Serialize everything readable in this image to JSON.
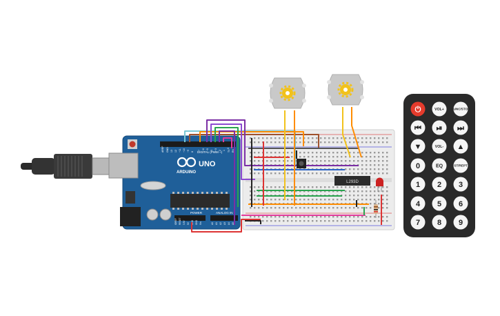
{
  "arduino": {
    "logo": "ARDUINO",
    "model": "UNO",
    "digital_label": "DIGITAL (PWM ~)",
    "power_label": "POWER",
    "analog_label": "ANALOG IN",
    "aref": "AREF",
    "gnd": "GND",
    "tx": "TX",
    "rx": "RX",
    "pin_numbers": [
      "13",
      "12",
      "~11",
      "~10",
      "~9",
      "8",
      "7",
      "~6",
      "~5",
      "4",
      "~3",
      "2",
      "1",
      "0"
    ],
    "power_pins": [
      "IOREF",
      "RESET",
      "3.3V",
      "5V",
      "GND",
      "GND",
      "Vin"
    ],
    "analog_pins": [
      "A0",
      "A1",
      "A2",
      "A3",
      "A4",
      "A5"
    ]
  },
  "driver_chip": {
    "label": "L293D"
  },
  "remote": {
    "buttons": [
      {
        "id": "power",
        "label": "⏻"
      },
      {
        "id": "volup",
        "label": "VOL+"
      },
      {
        "id": "funcstop",
        "label": "FUNC/STOP"
      },
      {
        "id": "rewind",
        "label": "⏮"
      },
      {
        "id": "play",
        "label": "⏯"
      },
      {
        "id": "forward",
        "label": "⏭"
      },
      {
        "id": "down",
        "label": "▼"
      },
      {
        "id": "voldown",
        "label": "VOL-"
      },
      {
        "id": "up",
        "label": "▲"
      },
      {
        "id": "zero",
        "label": "0"
      },
      {
        "id": "eq",
        "label": "EQ"
      },
      {
        "id": "strept",
        "label": "ST/REPT"
      },
      {
        "id": "one",
        "label": "1"
      },
      {
        "id": "two",
        "label": "2"
      },
      {
        "id": "three",
        "label": "3"
      },
      {
        "id": "four",
        "label": "4"
      },
      {
        "id": "five",
        "label": "5"
      },
      {
        "id": "six",
        "label": "6"
      },
      {
        "id": "seven",
        "label": "7"
      },
      {
        "id": "eight",
        "label": "8"
      },
      {
        "id": "nine",
        "label": "9"
      }
    ]
  },
  "colors": {
    "board": "#1f5f99",
    "breadboard": "#ececec",
    "remote": "#2a2a2a",
    "power_button": "#e53b2c",
    "motor": "#c9c9c9",
    "gear": "#f2c21b"
  }
}
